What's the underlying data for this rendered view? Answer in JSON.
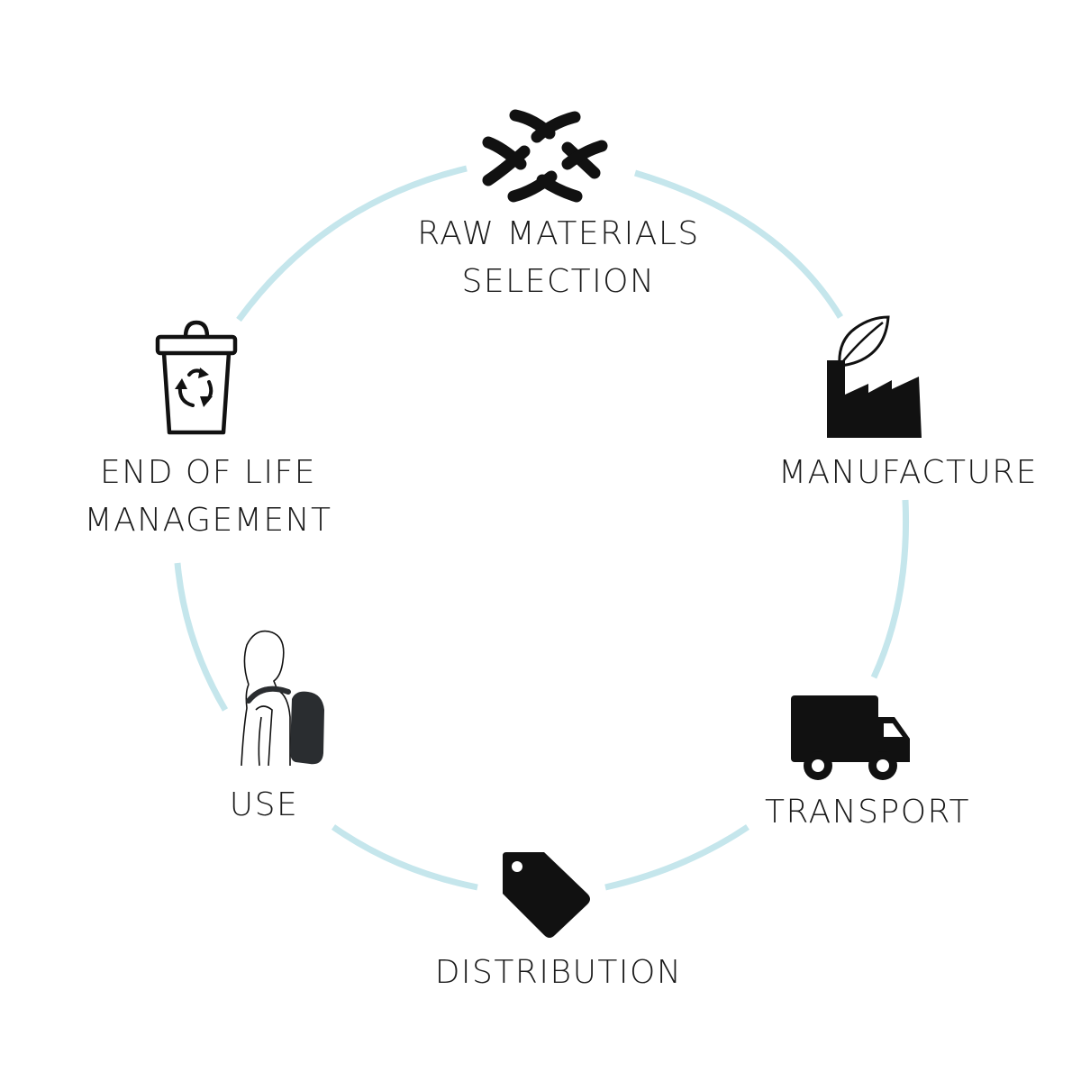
{
  "colors": {
    "ring": "#c5e6ec",
    "icon": "#111111",
    "backpack": "#2a2d30",
    "text": "#1a1a1a"
  },
  "stages": [
    {
      "id": "raw-materials",
      "icon": "woven-fibers-icon",
      "lines": [
        "RAW MATERIALS",
        "SELECTION"
      ]
    },
    {
      "id": "manufacture",
      "icon": "factory-leaf-icon",
      "lines": [
        "MANUFACTURE"
      ]
    },
    {
      "id": "transport",
      "icon": "truck-icon",
      "lines": [
        "TRANSPORT"
      ]
    },
    {
      "id": "distribution",
      "icon": "price-tag-icon",
      "lines": [
        "DISTRIBUTION"
      ]
    },
    {
      "id": "use",
      "icon": "person-backpack-icon",
      "lines": [
        "USE"
      ]
    },
    {
      "id": "end-of-life",
      "icon": "recycle-bin-icon",
      "lines": [
        "END OF LIFE",
        "MANAGEMENT"
      ]
    }
  ]
}
